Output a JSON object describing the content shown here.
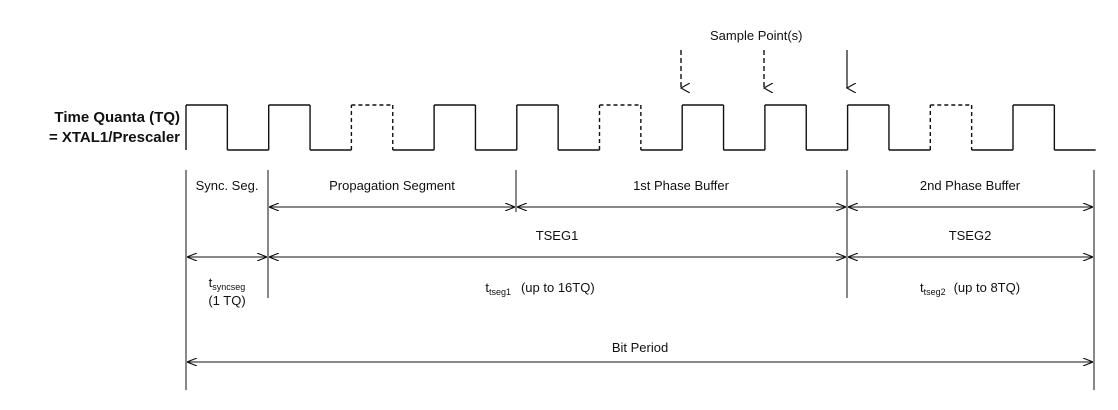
{
  "diagram": {
    "sample_label": "Sample  Point(s)",
    "clock_label_line1": "Time Quanta (TQ)",
    "clock_label_line2": "= XTAL1/Prescaler",
    "segments": {
      "sync": "Sync. Seg.",
      "prop": "Propagation Segment",
      "phase1": "1st Phase Buffer",
      "phase2": "2nd Phase Buffer"
    },
    "groups": {
      "tseg1": "TSEG1",
      "tseg2": "TSEG2"
    },
    "timings": {
      "tsync_main": "t",
      "tsync_sub": "syncseg",
      "tsync_note": "(1 TQ)",
      "tseg1_main": "t",
      "tseg1_sub": "tseg1",
      "tseg1_note": "(up to 16TQ)",
      "tseg2_main": "t",
      "tseg2_sub": "tseg2",
      "tseg2_note": "(up to 8TQ)"
    },
    "bit_period": "Bit Period",
    "clock": {
      "periods": 11,
      "dashed_high_periods": [
        2,
        5,
        9
      ],
      "dashed_sample_arrows": 2,
      "solid_sample_arrows": 1
    }
  }
}
